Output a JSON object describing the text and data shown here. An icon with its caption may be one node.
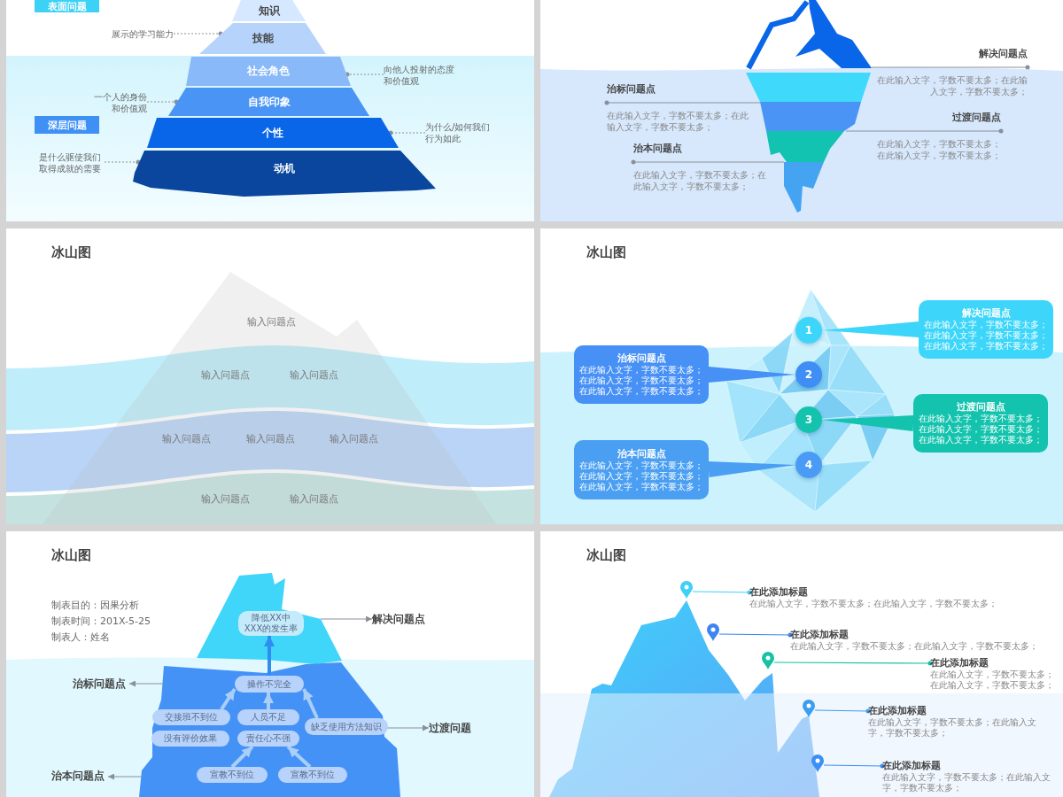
{
  "diagram": {
    "nodes": [
      {
        "text": [
          "表面问题"
        ]
      },
      {
        "text": [
          "知识"
        ]
      },
      {
        "text": [
          "技能"
        ]
      },
      {
        "text": [
          "展示的学习能力"
        ]
      },
      {
        "text": [
          "社会角色"
        ]
      },
      {
        "text": [
          "向他人投射的态度和价值观"
        ]
      },
      {
        "text": [
          "一个人的身份和价值观"
        ]
      },
      {
        "text": [
          "自我印象"
        ]
      },
      {
        "text": [
          "深层问题"
        ]
      },
      {
        "text": [
          "个性"
        ]
      },
      {
        "text": [
          "为什么/如何我们行为如此"
        ]
      },
      {
        "text": [
          "是什么驱使我们取得成就的需要"
        ]
      },
      {
        "text": [
          "动机"
        ]
      },
      {
        "text": [
          "解决问题点",
          "在此输入文字，字数不要太多；在此输入文字，字数不要太多；"
        ]
      },
      {
        "text": [
          "治标问题点",
          "在此输入文字，字数不要太多；在此输入文字，字数不要太多；"
        ]
      },
      {
        "text": [
          "过渡问题点",
          "在此输入文字，字数不要太多；在此输入文字，字数不要太多；"
        ]
      },
      {
        "text": [
          "治本问题点",
          "在此输入文字，字数不要太多；在此输入文字，字数不要太多；"
        ]
      },
      {
        "text": [
          "解决问题点",
          "在此输入文字，字数不要太多；在此输入文字，字数不要太多；在此输入文字，字数不要太多；"
        ]
      },
      {
        "text": [
          "1"
        ]
      },
      {
        "text": [
          "治标问题点",
          "在此输入文字，字数不要太多；在此输入文字，字数不要太多；在此输入文字，字数不要太多；"
        ]
      },
      {
        "text": [
          "2"
        ]
      },
      {
        "text": [
          "3"
        ]
      },
      {
        "text": [
          "过渡问题点",
          "在此输入文字，字数不要太多；在此输入文字，字数不要太多；在此输入文字，字数不要太多；"
        ]
      },
      {
        "text": [
          "4"
        ]
      },
      {
        "text": [
          "治本问题点",
          "在此输入文字，字数不要太多；在此输入文字，字数不要太多；在此输入文字，字数不要太多；"
        ]
      },
      {
        "text": [],
        "shape": "polygon"
      },
      {
        "text": [
          "降低XX中XXX的发生率"
        ],
        "in": 25
      },
      {
        "text": [
          "解决问题点"
        ]
      },
      {
        "text": [
          "治标问题点"
        ]
      },
      {
        "text": [],
        "shape": "polygon"
      },
      {
        "text": [
          "操作不完全"
        ],
        "in": 29
      },
      {
        "text": [
          "交接班不到位"
        ],
        "in": 29
      },
      {
        "text": [
          "人员不足"
        ],
        "in": 29
      },
      {
        "text": [
          "缺乏使用方法知识"
        ],
        "in": 29
      },
      {
        "text": [
          "过渡问题"
        ]
      },
      {
        "text": [
          "没有评价效果"
        ],
        "in": 29
      },
      {
        "text": [
          "责任心不强"
        ],
        "in": 29
      },
      {
        "text": [
          "治本问题点"
        ]
      },
      {
        "text": [
          "宣教不到位"
        ],
        "in": 29
      },
      {
        "text": [
          "宣教不到位"
        ],
        "in": 29
      },
      {
        "text": [],
        "shape": "pin"
      },
      {
        "text": [
          "在此添加标题",
          "在此输入文字，字数不要太多；在此输入文字，字数不要太多；"
        ]
      },
      {
        "text": [],
        "shape": "pin"
      },
      {
        "text": [
          "在此添加标题",
          "在此输入文字，字数不要太多；在此输入文字，字数不要太多；"
        ]
      },
      {
        "text": [],
        "shape": "pin"
      },
      {
        "text": [
          "在此添加标题",
          "在此输入文字，字数不要太多；在此输入文字，字数不要太多；"
        ]
      },
      {
        "text": [],
        "shape": "pin"
      },
      {
        "text": [
          "在此添加标题",
          "在此输入文字，字数不要太多；在此输入文字，字数不要太多；"
        ]
      },
      {
        "text": [],
        "shape": "pin"
      },
      {
        "text": [
          "在此添加标题",
          "在此输入文字，字数不要太多；在此输入文字，字数不要太多；"
        ]
      },
      {
        "text": [],
        "shape": "picture"
      }
    ],
    "edges": [
      {
        "from": 3,
        "to": 2,
        "arrow": "other",
        "style": "dashed"
      },
      {
        "from": 5,
        "to": 4,
        "arrow": "other",
        "style": "dashed"
      },
      {
        "from": 6,
        "to": 7,
        "arrow": "other",
        "style": "dashed"
      },
      {
        "from": 10,
        "to": 9,
        "arrow": "other",
        "style": "dashed"
      },
      {
        "from": 11,
        "to": 12,
        "arrow": "other",
        "style": "dashed"
      },
      {
        "from": 50,
        "to": 13,
        "arrow": "other"
      },
      {
        "from": 50,
        "to": 14,
        "arrow": "other"
      },
      {
        "from": 50,
        "to": 15,
        "arrow": "other"
      },
      {
        "from": 50,
        "to": 16,
        "arrow": "other"
      },
      {
        "from": 17,
        "to": 18,
        "arrow": "none",
        "style": "thick",
        "color": "#3dd6fa"
      },
      {
        "from": 19,
        "to": 20,
        "arrow": "none",
        "style": "thick",
        "color": "#4690f6"
      },
      {
        "from": 22,
        "to": 21,
        "arrow": "none",
        "style": "thick",
        "color": "#13c3ae"
      },
      {
        "from": 24,
        "to": 23,
        "arrow": "none",
        "style": "thick",
        "color": "#4a9ff2"
      },
      {
        "from": 30,
        "to": 26,
        "arrow": "to",
        "style": "thick",
        "color": "#2f8cf0"
      },
      {
        "from": 31,
        "to": 30,
        "arrow": "to",
        "style": "thick",
        "color": "#a9cef8"
      },
      {
        "from": 32,
        "to": 30,
        "arrow": "to",
        "style": "thick",
        "color": "#a9cef8"
      },
      {
        "from": 33,
        "to": 30,
        "arrow": "to",
        "style": "thick",
        "color": "#a9cef8"
      },
      {
        "from": 38,
        "to": 36,
        "arrow": "to",
        "style": "thick",
        "color": "#a9cef8"
      },
      {
        "from": 39,
        "to": 36,
        "arrow": "to",
        "style": "thick",
        "color": "#a9cef8"
      },
      {
        "from": 25,
        "to": 27,
        "arrow": "to"
      },
      {
        "from": 29,
        "to": 28,
        "arrow": "to"
      },
      {
        "from": 29,
        "to": 34,
        "arrow": "to"
      },
      {
        "from": 29,
        "to": 37,
        "arrow": "to"
      },
      {
        "from": 40,
        "to": 41,
        "arrow": "other",
        "color": "#3fd0f5"
      },
      {
        "from": 42,
        "to": 43,
        "arrow": "other",
        "color": "#3d85f0"
      },
      {
        "from": 44,
        "to": 45,
        "arrow": "other",
        "color": "#18c1a5"
      },
      {
        "from": 46,
        "to": 47,
        "arrow": "other",
        "color": "#3c9ef0"
      },
      {
        "from": 48,
        "to": 49,
        "arrow": "other",
        "color": "#3d8ef5"
      }
    ],
    "labels": [
      "冰山图",
      "输入问题点",
      "输入问题点",
      "输入问题点",
      "输入问题点",
      "输入问题点",
      "输入问题点",
      "输入问题点",
      "输入问题点",
      "冰山图",
      "冰山图",
      "制表目的：因果分析",
      "制表时间：201X-5-25",
      "制表人：姓名",
      "冰山图"
    ]
  }
}
